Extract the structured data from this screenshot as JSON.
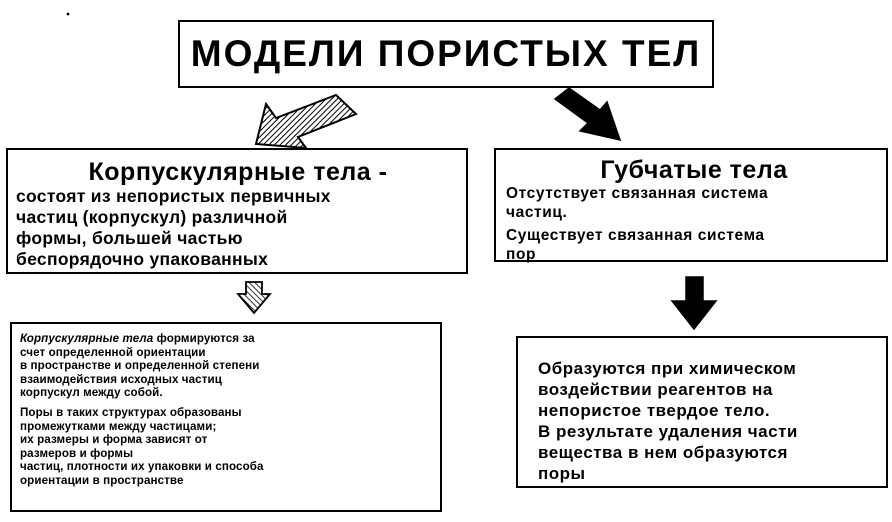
{
  "title": "МОДЕЛИ ПОРИСТЫХ ТЕЛ",
  "corpuscular": {
    "heading": "Корпускулярные тела -",
    "description_lines": [
      "состоят из непористых первичных",
      "частиц (корпускул) различной",
      "формы, большей частью",
      "беспорядочно упакованных"
    ]
  },
  "spongy": {
    "heading": "Губчатые тела",
    "paragraph1_lines": [
      "Отсутствует связанная система",
      "частиц."
    ],
    "paragraph2_lines": [
      "Существует связанная система",
      "пор"
    ]
  },
  "corpuscular_detail": {
    "italic_lead": "Корпускулярные тела",
    "line1_rest": " формируются за",
    "lines_a": [
      "счет определенной ориентации",
      "в пространстве и определенной степени",
      "взаимодействия исходных частиц",
      "корпускул между собой."
    ],
    "lines_b": [
      "Поры в таких структурах образованы",
      "промежутками между частицами;",
      "их размеры и форма зависят от",
      "размеров и формы",
      "частиц, плотности их упаковки и способа",
      "ориентации в пространстве"
    ]
  },
  "spongy_detail": {
    "paragraph1_lines": [
      "Образуются при химическом",
      "воздействии реагентов на",
      "непористое твердое тело."
    ],
    "paragraph2_lines": [
      "В результате удаления части",
      "вещества в нем образуются",
      "поры"
    ]
  }
}
